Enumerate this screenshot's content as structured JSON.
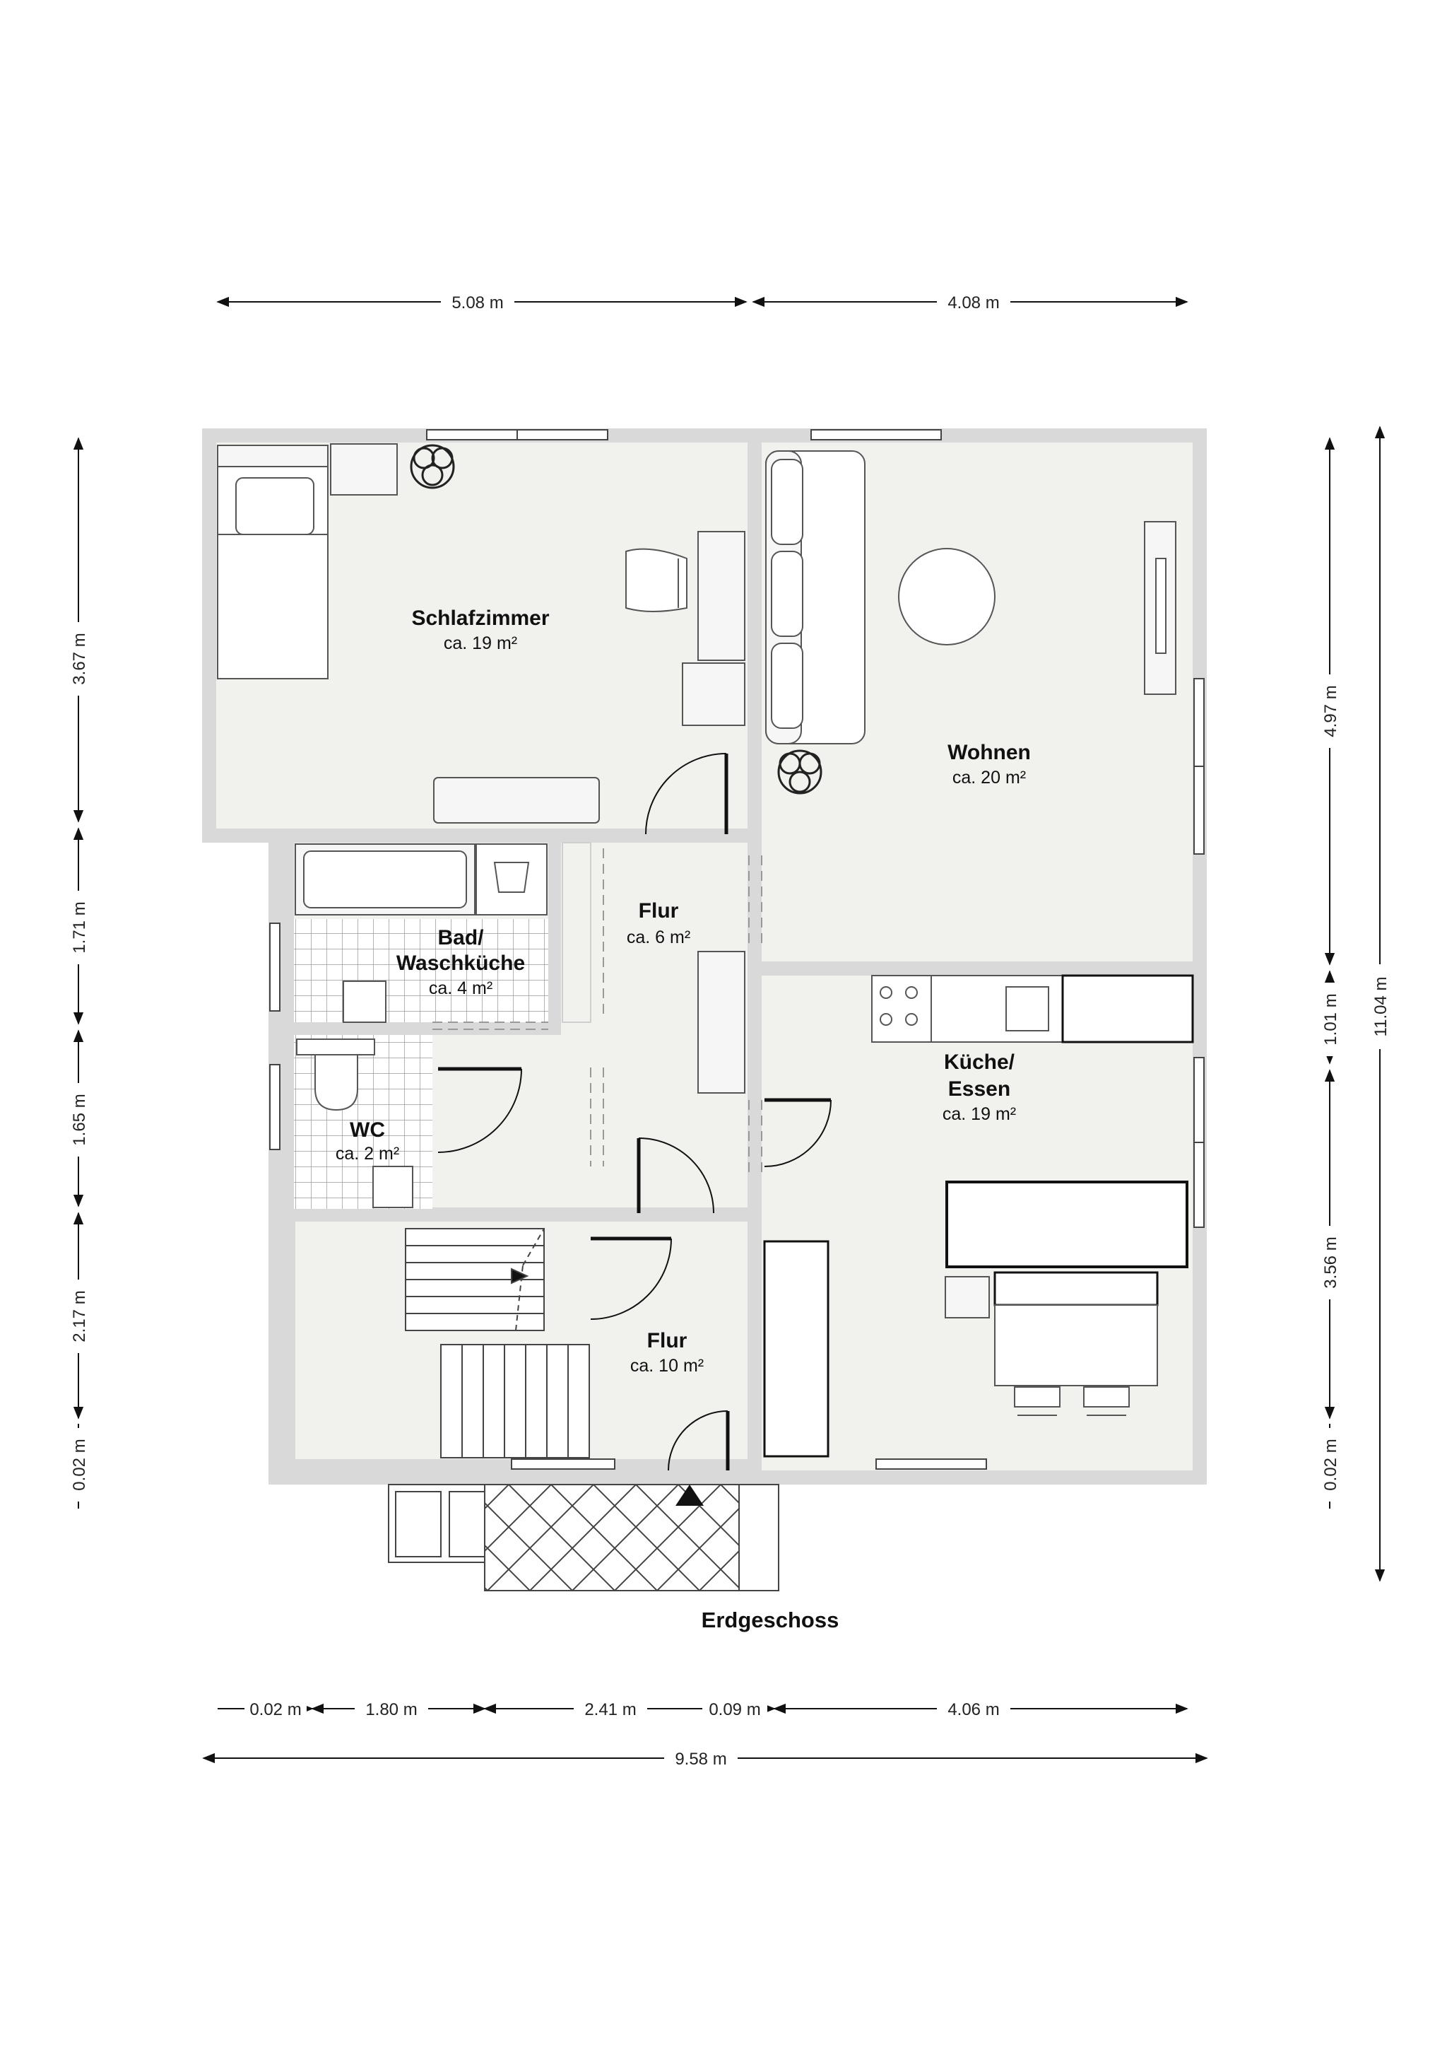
{
  "floor_title": "Erdgeschoss",
  "rooms": {
    "schlafzimmer": {
      "name": "Schlafzimmer",
      "area": "ca. 19 m²"
    },
    "wohnen": {
      "name": "Wohnen",
      "area": "ca. 20 m²"
    },
    "flur_upper": {
      "name": "Flur",
      "area": "ca. 6 m²"
    },
    "bad": {
      "name_line1": "Bad/",
      "name_line2": "Waschküche",
      "area": "ca. 4 m²"
    },
    "kueche": {
      "name_line1": "Küche/",
      "name_line2": "Essen",
      "area": "ca. 19 m²"
    },
    "wc": {
      "name": "WC",
      "area": "ca. 2 m²"
    },
    "flur_lower": {
      "name": "Flur",
      "area": "ca. 10 m²"
    }
  },
  "dimensions": {
    "top": [
      "5.08 m",
      "4.08 m"
    ],
    "left": [
      "3.67 m",
      "1.71 m",
      "1.65 m",
      "2.17 m",
      "0.02 m"
    ],
    "right_inner": [
      "4.97 m",
      "1.01 m",
      "3.56 m",
      "0.02 m"
    ],
    "right_total": "11.04 m",
    "bottom": [
      "0.02 m",
      "1.80 m",
      "2.41 m",
      "0.09 m",
      "4.06 m"
    ],
    "bottom_total": "9.58 m"
  },
  "colors": {
    "wall": "#d9d9d9",
    "floor": "#f1f1ed",
    "line": "#222222",
    "furniture": "#f6f6f6"
  }
}
